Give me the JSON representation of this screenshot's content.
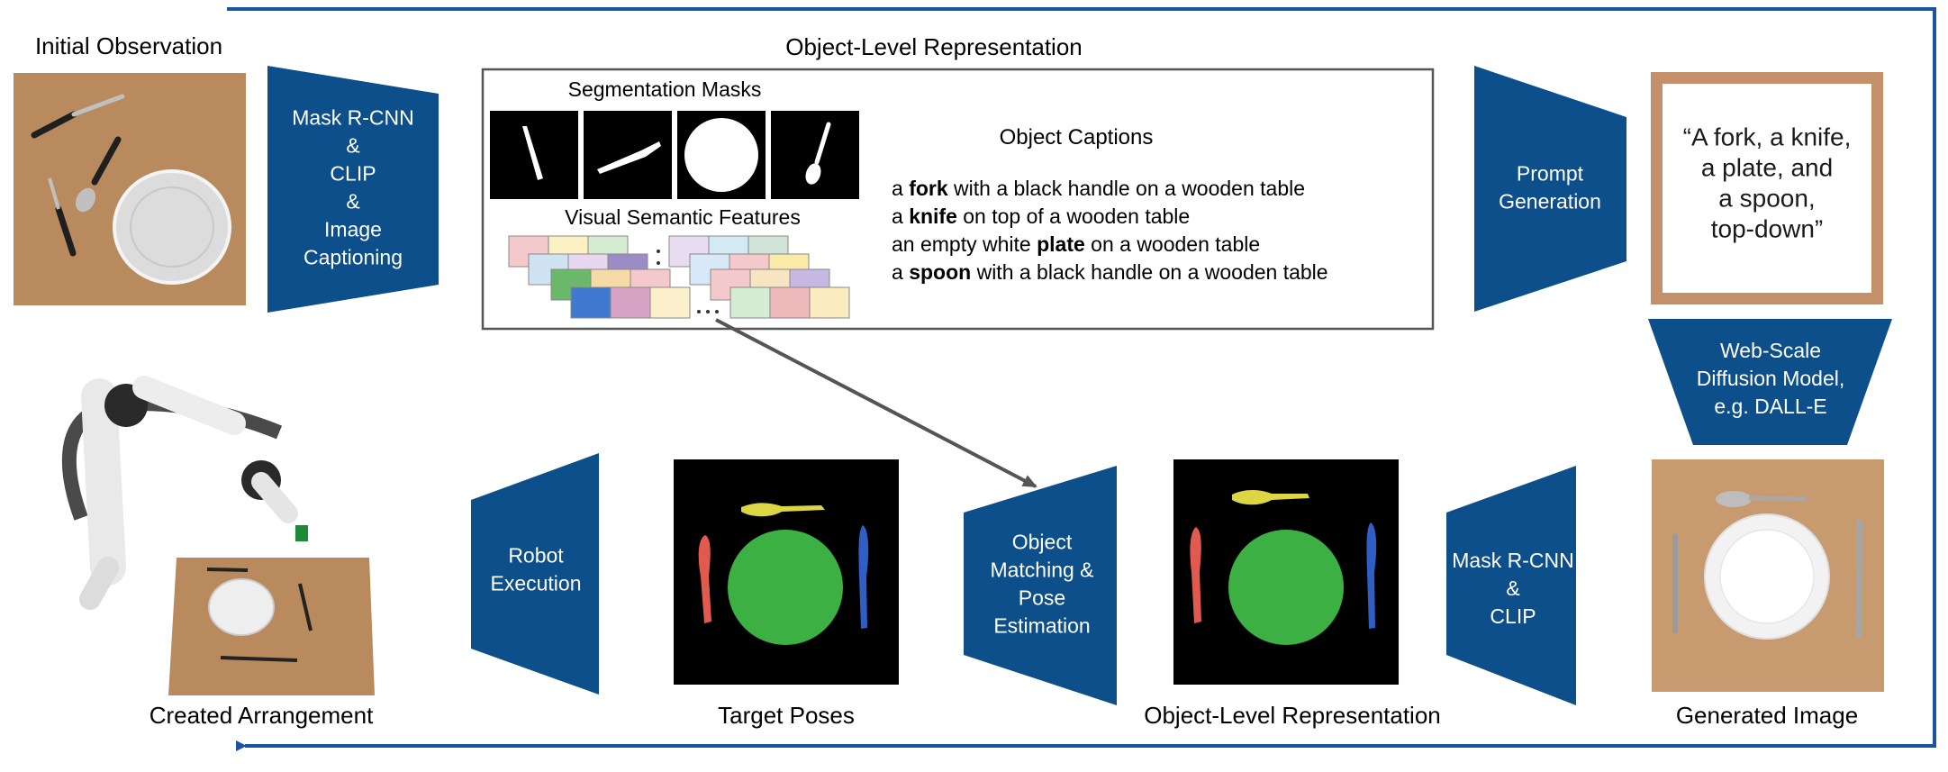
{
  "colors": {
    "block": "#0d4f8b",
    "arrow": "#1a56a0",
    "gray_arrow": "#555555",
    "wood": "#b88a5e",
    "frame": "#c4906a",
    "plate_green": "#3cb043",
    "fork_red": "#e05a4f",
    "spoon_yellow": "#dcd645",
    "knife_blue": "#2f5fc4"
  },
  "labels": {
    "initial_observation": "Initial Observation",
    "object_level_top": "Object-Level Representation",
    "segmentation_masks": "Segmentation Masks",
    "visual_semantic_features": "Visual Semantic Features",
    "object_captions": "Object Captions",
    "created_arrangement": "Created Arrangement",
    "target_poses": "Target Poses",
    "object_level_bottom": "Object-Level Representation",
    "generated_image": "Generated Image"
  },
  "captions": [
    {
      "pre": "a ",
      "bold": "fork",
      "post": " with a black handle on a wooden table"
    },
    {
      "pre": "a ",
      "bold": "knife",
      "post": " on top of a wooden table"
    },
    {
      "pre": "an empty white ",
      "bold": "plate",
      "post": " on a wooden table"
    },
    {
      "pre": "a ",
      "bold": "spoon",
      "post": " with a black handle on a wooden table"
    }
  ],
  "blocks": {
    "mask_rcnn_top": [
      "Mask R-CNN",
      "&",
      "CLIP",
      "&",
      "Image",
      "Captioning"
    ],
    "prompt_generation": [
      "Prompt",
      "Generation"
    ],
    "diffusion": [
      "Web-Scale",
      "Diffusion Model,",
      "e.g. DALL-E"
    ],
    "mask_rcnn_bottom": [
      "Mask R-CNN",
      "&",
      "CLIP"
    ],
    "object_matching": [
      "Object",
      "Matching &",
      "Pose",
      "Estimation"
    ],
    "robot_execution": [
      "Robot",
      "Execution"
    ]
  },
  "prompt_text": [
    "“A fork, a knife,",
    "a plate, and",
    "a spoon,",
    "top-down”"
  ],
  "icons": {
    "initial_photo": "table-with-cutlery-photo",
    "generated_photo": "generated-place-setting-photo",
    "robot": "robot-arm-photo"
  }
}
